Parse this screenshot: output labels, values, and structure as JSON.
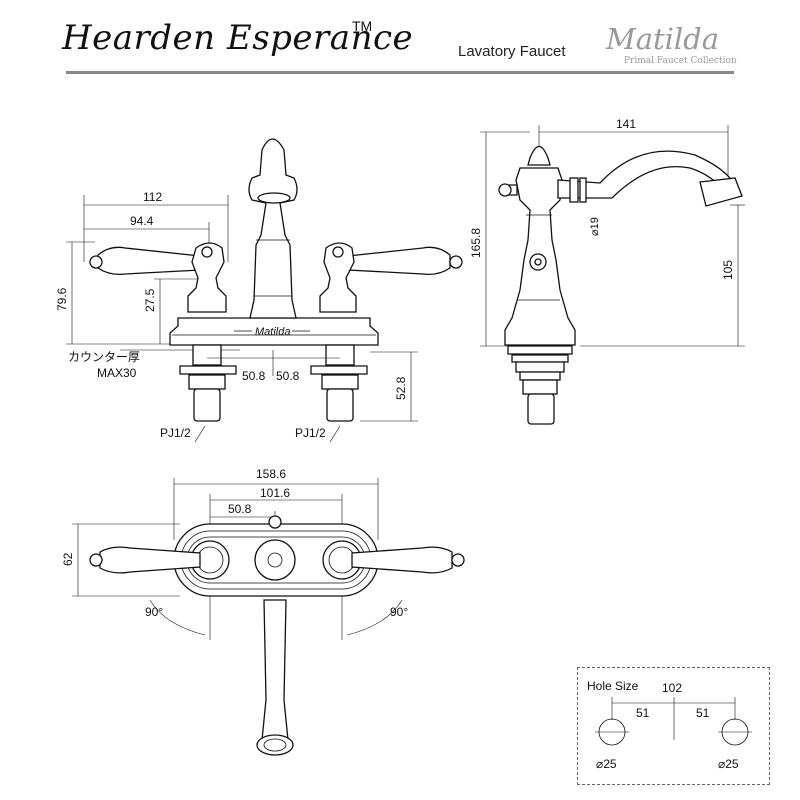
{
  "header": {
    "brand": "Hearden Esperance",
    "trademark": "TM",
    "product": "Lavatory Faucet",
    "logo_name": "Matilda",
    "logo_subtitle": "Primal Faucet Collection"
  },
  "front_view": {
    "width_112": "112",
    "width_94_4": "94.4",
    "height_79_6": "79.6",
    "height_27_5": "27.5",
    "counter_label": "カウンター厚",
    "counter_max": "MAX30",
    "spacing_left": "50.8",
    "spacing_right": "50.8",
    "shank_52_8": "52.8",
    "thread_left": "PJ1/2",
    "thread_right": "PJ1/2",
    "plate_logo": "Matilda"
  },
  "side_view": {
    "reach_141": "141",
    "height_165_8": "165.8",
    "dia_19": "⌀19",
    "spout_105": "105"
  },
  "top_view": {
    "width_158_6": "158.6",
    "width_101_6": "101.6",
    "width_50_8": "50.8",
    "depth_62": "62",
    "rot_left": "90°",
    "rot_right": "90°"
  },
  "hole_size": {
    "title": "Hole Size",
    "total": "102",
    "left": "51",
    "right": "51",
    "dia_left": "⌀25",
    "dia_right": "⌀25"
  }
}
